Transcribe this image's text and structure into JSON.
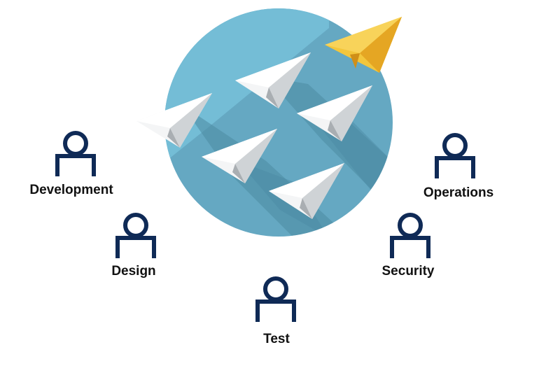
{
  "colors": {
    "circle": "#65a8c2",
    "circle_light": "#74bdd6",
    "shadow": "#4c8aa3",
    "plane_white": "#f4f5f6",
    "plane_gray": "#cfd3d6",
    "plane_dark": "#a9aeb2",
    "leader_yellow": "#f3c63c",
    "leader_orange": "#e5a623",
    "person_stroke": "#0f2a56"
  },
  "icons": {
    "person": "person-outline-icon",
    "plane": "paper-plane-icon",
    "leader": "gold-paper-plane-icon"
  },
  "roles": {
    "development": "Development",
    "design": "Design",
    "test": "Test",
    "security": "Security",
    "operations": "Operations"
  }
}
